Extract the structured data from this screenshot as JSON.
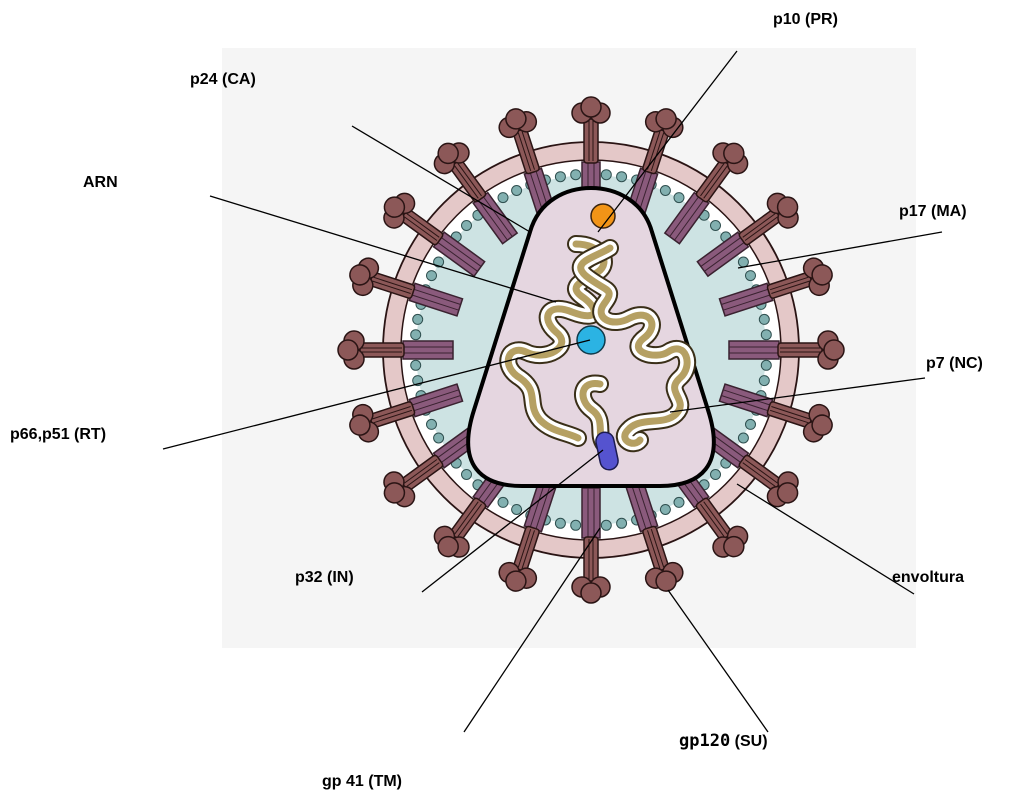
{
  "labels": {
    "pr": "p10 (PR)",
    "ca": "p24 (CA)",
    "arn": "ARN",
    "ma": "p17 (MA)",
    "nc": "p7 (NC)",
    "rt": "p66,p51 (RT)",
    "in": "p32 (IN)",
    "env": "envoltura",
    "su_main": "gp120",
    "su_suffix": " (SU)",
    "tm": "gp 41 (TM)"
  },
  "colors": {
    "background_panel": "#f5f5f5",
    "outer_ring": "#e4c8c8",
    "matrix_dots": "#82b0b0",
    "matrix_fill": "#cde3e3",
    "capsid_fill": "#e5d6e0",
    "spike_stalk": "#8a5a7c",
    "spike_head": "#8c5858",
    "rna": "#b5a063",
    "protease": "#f29417",
    "reverse_transcriptase": "#2bb3e3",
    "integrase": "#5553cf"
  }
}
